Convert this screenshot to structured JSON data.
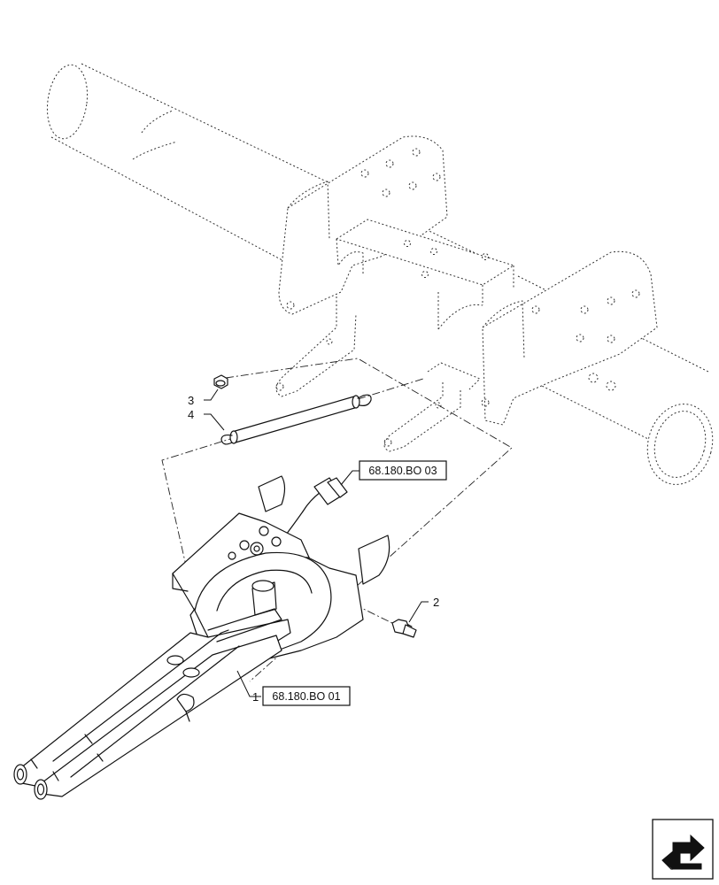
{
  "callouts": {
    "item1": "1",
    "item2": "2",
    "item3": "3",
    "item4": "4"
  },
  "refs": {
    "ref_bo01": "68.180.BO 01",
    "ref_bo03": "68.180.BO 03"
  },
  "icons": {
    "corner_nav": "next-page-arrow-icon"
  }
}
